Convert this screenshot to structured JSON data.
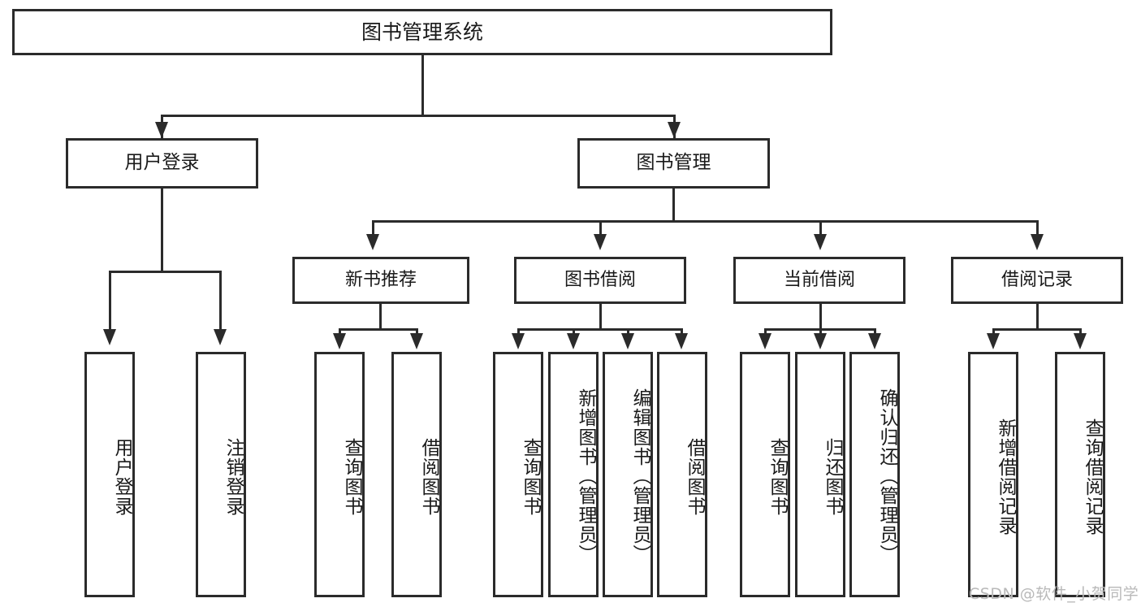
{
  "diagram": {
    "title": "图书管理系统",
    "type": "hierarchy-tree",
    "root": {
      "id": "root",
      "label": "图书管理系统"
    },
    "level1": [
      {
        "id": "user-login",
        "label": "用户登录"
      },
      {
        "id": "book-manage",
        "label": "图书管理"
      }
    ],
    "level2": [
      {
        "id": "new-book-recommend",
        "label": "新书推荐"
      },
      {
        "id": "book-borrow",
        "label": "图书借阅"
      },
      {
        "id": "current-borrow",
        "label": "当前借阅"
      },
      {
        "id": "borrow-record",
        "label": "借阅记录"
      }
    ],
    "leaves": {
      "user_login": [
        {
          "id": "leaf-user-login",
          "label": "用户登录"
        },
        {
          "id": "leaf-logout-login",
          "label": "注销登录"
        }
      ],
      "new_book_recommend": [
        {
          "id": "leaf-query-book-1",
          "label": "查询图书"
        },
        {
          "id": "leaf-borrow-book-1",
          "label": "借阅图书"
        }
      ],
      "book_borrow": [
        {
          "id": "leaf-query-book-2",
          "label": "查询图书"
        },
        {
          "id": "leaf-add-book",
          "label": "新增图书（管理员）"
        },
        {
          "id": "leaf-edit-book",
          "label": "编辑图书（管理员）"
        },
        {
          "id": "leaf-borrow-book-2",
          "label": "借阅图书"
        }
      ],
      "current_borrow": [
        {
          "id": "leaf-query-book-3",
          "label": "查询图书"
        },
        {
          "id": "leaf-return-book",
          "label": "归还图书"
        },
        {
          "id": "leaf-confirm-return",
          "label": "确认归还（管理员）"
        }
      ],
      "borrow_record": [
        {
          "id": "leaf-add-record",
          "label": "新增借阅记录"
        },
        {
          "id": "leaf-query-record",
          "label": "查询借阅记录"
        }
      ]
    }
  },
  "watermark": {
    "text": "CSDN @软件_小贺同学"
  },
  "colors": {
    "stroke": "#2b2b2b",
    "background": "#ffffff",
    "text": "#1a1a1a",
    "watermark": "#b9b9b9"
  }
}
